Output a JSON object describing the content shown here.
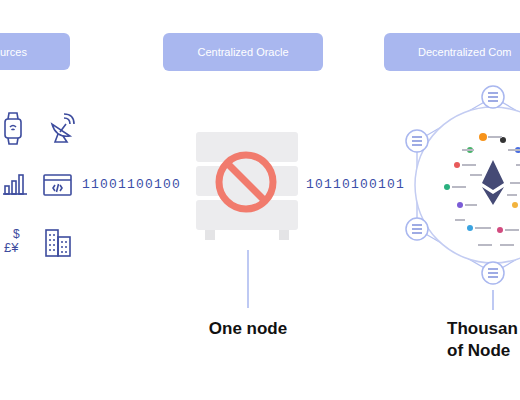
{
  "diagram": {
    "nodes": [
      {
        "text": [
          "urces"
        ]
      },
      {
        "text": [
          "Centralized Oracle"
        ]
      },
      {
        "text": [
          "Decentralized Com"
        ]
      }
    ],
    "labels": [
      "11001100100",
      "10110100101",
      "One node",
      "Thousan of Node",
      "$",
      "£¥"
    ]
  }
}
